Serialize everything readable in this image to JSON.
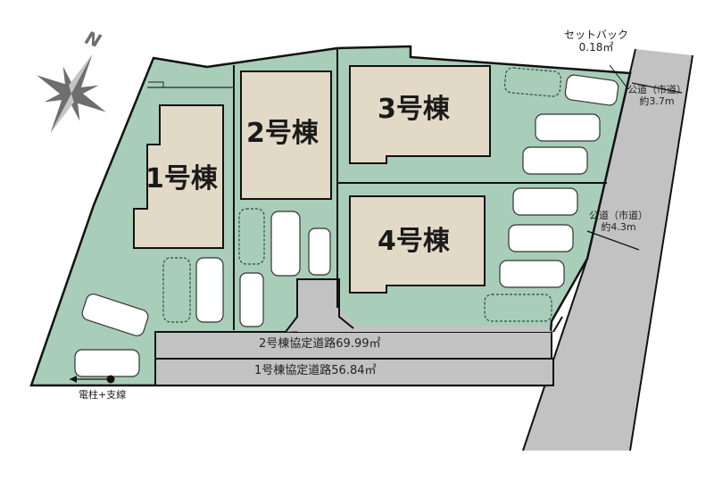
{
  "compass": {
    "label": "N",
    "icon": "compass-rose-icon"
  },
  "buildings": [
    {
      "id": "1",
      "label": "1号棟"
    },
    {
      "id": "2",
      "label": "2号棟"
    },
    {
      "id": "3",
      "label": "3号棟"
    },
    {
      "id": "4",
      "label": "4号棟"
    }
  ],
  "roads": {
    "private_2": "2号棟協定道路69.99㎡",
    "private_1": "1号棟協定道路56.84㎡",
    "public_north_line1": "公道（市道）",
    "public_north_line2": "約3.7m",
    "public_east_line1": "公道（市道）",
    "public_east_line2": "約4.3m"
  },
  "setback": {
    "line1": "セットバック",
    "line2": "0.18㎡"
  },
  "utility_pole": "電柱+支線",
  "colors": {
    "lot": "#a8cdb8",
    "building": "#e2d9c7",
    "road": "#c2c2c2",
    "outline": "#111111",
    "compass": "#6e6e6e"
  }
}
